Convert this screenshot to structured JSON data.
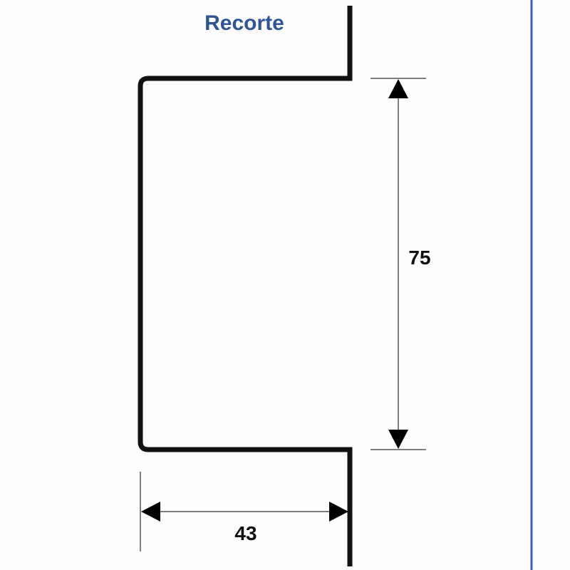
{
  "title": "Recorte",
  "dimensions": {
    "height": "75",
    "width": "43"
  },
  "colors": {
    "title": "#2f5597",
    "profile": "#111111",
    "dimension_line": "#555555",
    "arrow": "#000000",
    "border": "#3a62b5",
    "text": "#111111"
  }
}
